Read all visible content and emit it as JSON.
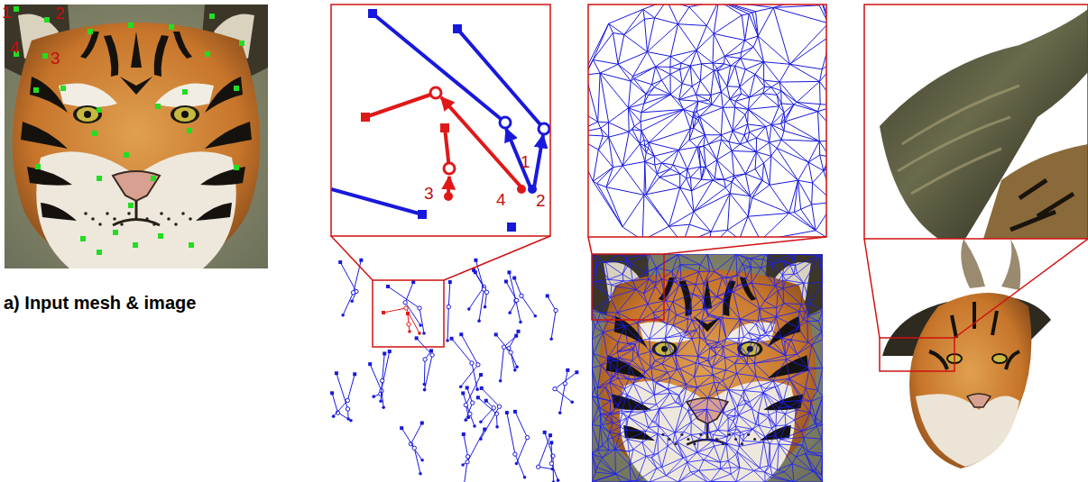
{
  "diagram": {
    "labels": [
      "1",
      "2",
      "4",
      "3",
      "a) Input mesh & image",
      "1",
      "3",
      "4",
      "2"
    ]
  }
}
